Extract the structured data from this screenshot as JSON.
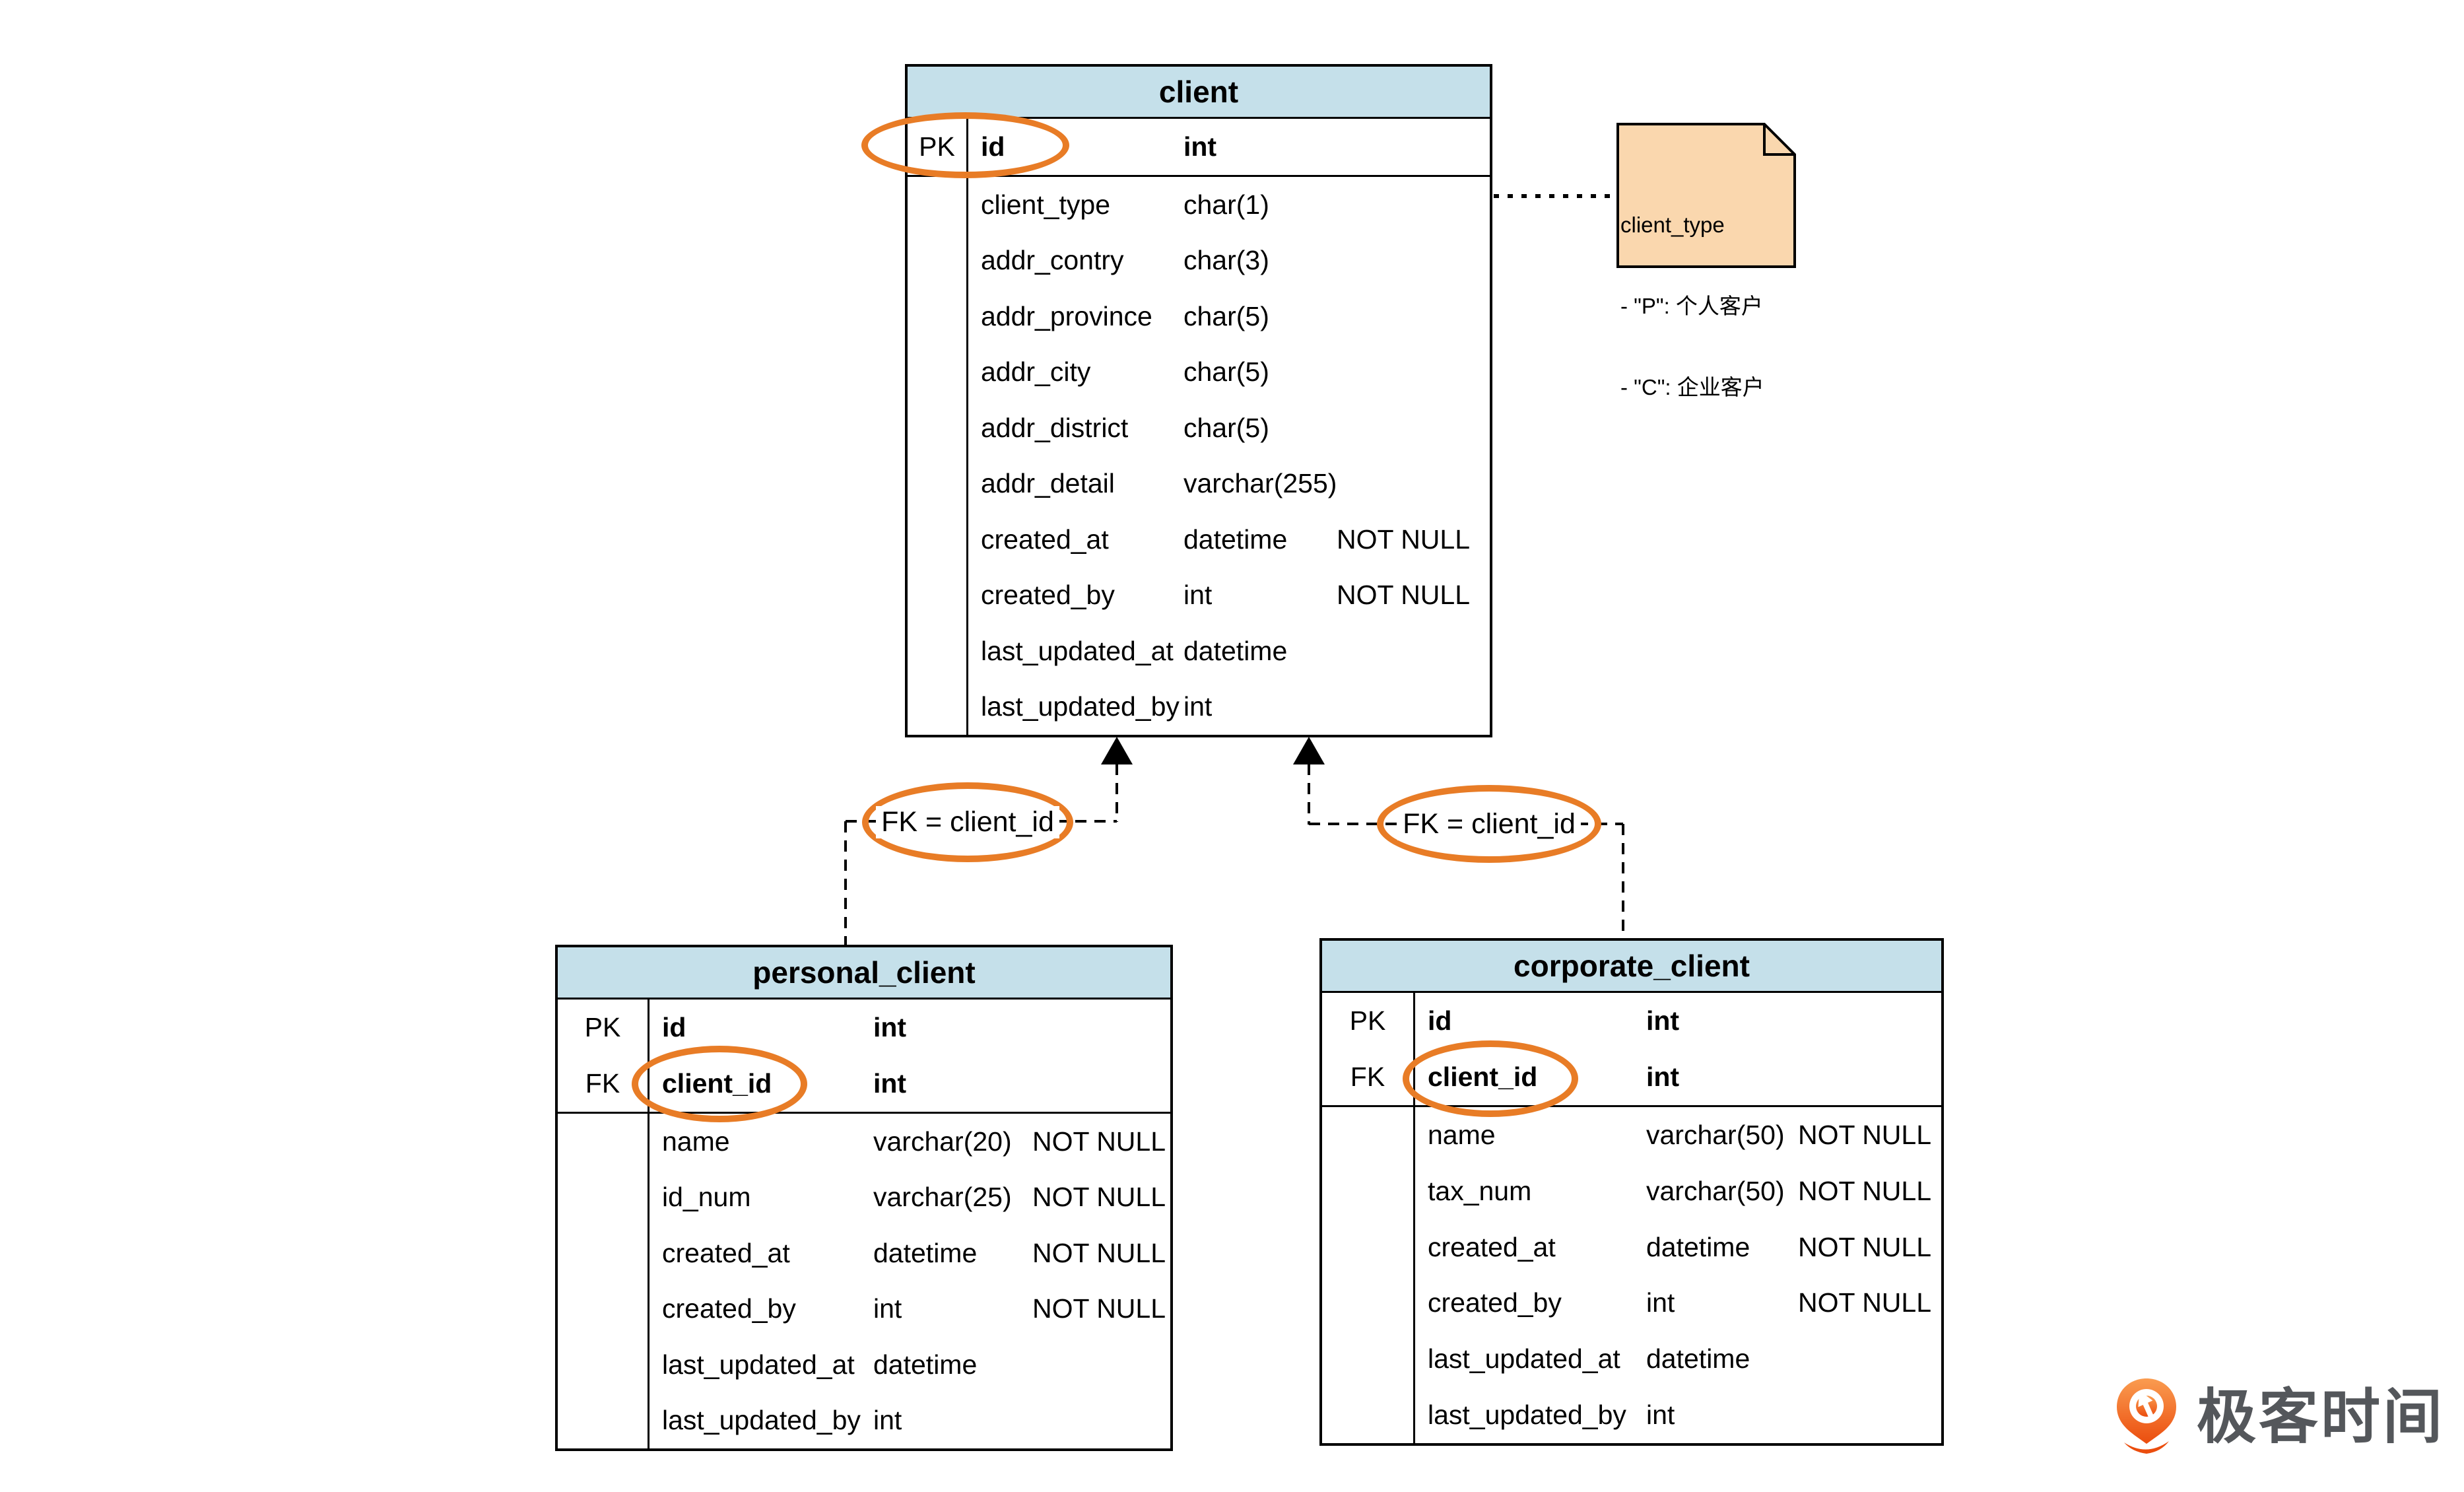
{
  "colors": {
    "table_header_fill": "#C5E0EA",
    "note_fill": "#FAD7AE",
    "highlight_orange": "#E87C26",
    "line_color": "#000000",
    "logo_orange_top": "#FA9C50",
    "logo_orange_bottom": "#EB4D0E",
    "logo_text_gray": "#54575B"
  },
  "tables": {
    "client": {
      "title": "client",
      "key_rows": [
        {
          "key": "PK",
          "name": "id",
          "type": "int",
          "constraint": ""
        }
      ],
      "rows": [
        {
          "key": "",
          "name": "client_type",
          "type": "char(1)",
          "constraint": ""
        },
        {
          "key": "",
          "name": "addr_contry",
          "type": "char(3)",
          "constraint": ""
        },
        {
          "key": "",
          "name": "addr_province",
          "type": "char(5)",
          "constraint": ""
        },
        {
          "key": "",
          "name": "addr_city",
          "type": "char(5)",
          "constraint": ""
        },
        {
          "key": "",
          "name": "addr_district",
          "type": "char(5)",
          "constraint": ""
        },
        {
          "key": "",
          "name": "addr_detail",
          "type": "varchar(255)",
          "constraint": ""
        },
        {
          "key": "",
          "name": "created_at",
          "type": "datetime",
          "constraint": "NOT NULL"
        },
        {
          "key": "",
          "name": "created_by",
          "type": "int",
          "constraint": "NOT NULL"
        },
        {
          "key": "",
          "name": "last_updated_at",
          "type": "datetime",
          "constraint": ""
        },
        {
          "key": "",
          "name": "last_updated_by",
          "type": "int",
          "constraint": ""
        }
      ]
    },
    "personal_client": {
      "title": "personal_client",
      "key_rows": [
        {
          "key": "PK",
          "name": "id",
          "type": "int",
          "constraint": ""
        },
        {
          "key": "FK",
          "name": "client_id",
          "type": "int",
          "constraint": ""
        }
      ],
      "rows": [
        {
          "key": "",
          "name": "name",
          "type": "varchar(20)",
          "constraint": "NOT NULL"
        },
        {
          "key": "",
          "name": "id_num",
          "type": "varchar(25)",
          "constraint": "NOT NULL"
        },
        {
          "key": "",
          "name": "created_at",
          "type": "datetime",
          "constraint": "NOT NULL"
        },
        {
          "key": "",
          "name": "created_by",
          "type": "int",
          "constraint": "NOT NULL"
        },
        {
          "key": "",
          "name": "last_updated_at",
          "type": "datetime",
          "constraint": ""
        },
        {
          "key": "",
          "name": "last_updated_by",
          "type": "int",
          "constraint": ""
        }
      ]
    },
    "corporate_client": {
      "title": "corporate_client",
      "key_rows": [
        {
          "key": "PK",
          "name": "id",
          "type": "int",
          "constraint": ""
        },
        {
          "key": "FK",
          "name": "client_id",
          "type": "int",
          "constraint": ""
        }
      ],
      "rows": [
        {
          "key": "",
          "name": "name",
          "type": "varchar(50)",
          "constraint": "NOT NULL"
        },
        {
          "key": "",
          "name": "tax_num",
          "type": "varchar(50)",
          "constraint": "NOT NULL"
        },
        {
          "key": "",
          "name": "created_at",
          "type": "datetime",
          "constraint": "NOT NULL"
        },
        {
          "key": "",
          "name": "created_by",
          "type": "int",
          "constraint": "NOT NULL"
        },
        {
          "key": "",
          "name": "last_updated_at",
          "type": "datetime",
          "constraint": ""
        },
        {
          "key": "",
          "name": "last_updated_by",
          "type": "int",
          "constraint": ""
        }
      ]
    }
  },
  "fk_labels": [
    {
      "label": "FK = client_id"
    },
    {
      "label": "FK = client_id"
    }
  ],
  "note": {
    "lines": [
      "client_type",
      "- \"P\": 个人客户",
      "- \"C\": 企业客户"
    ]
  },
  "logo": {
    "text": "极客时间",
    "icon": "geektime-pin-icon"
  }
}
